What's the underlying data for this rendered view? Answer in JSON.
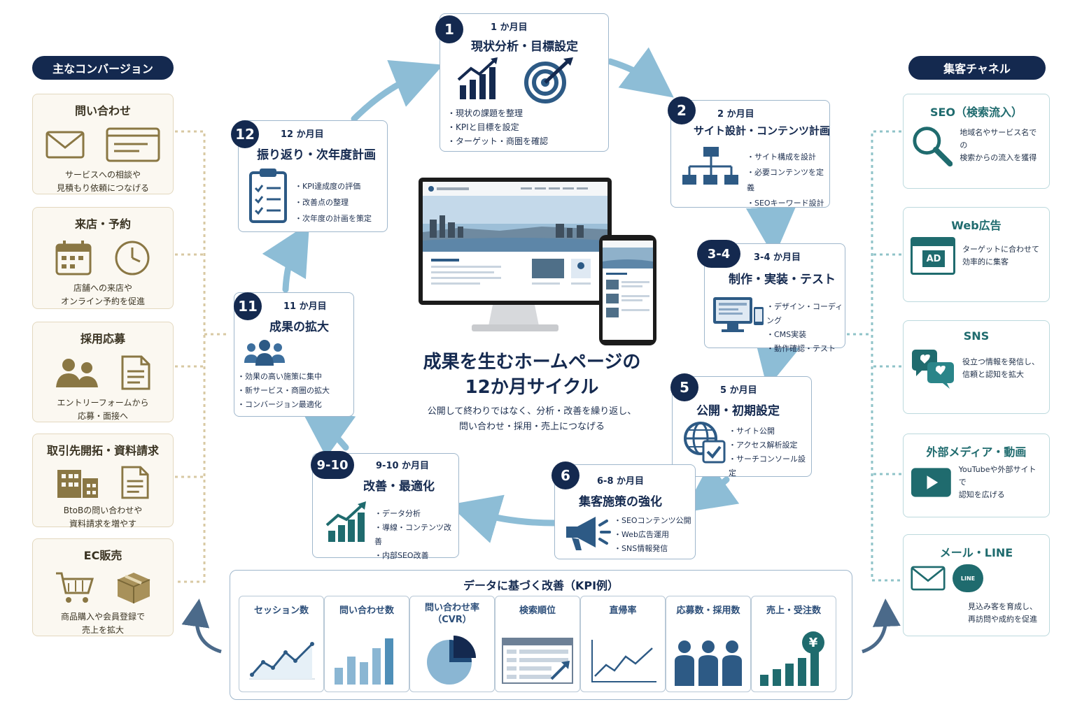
{
  "left_header": "主なコンバージョン",
  "right_header": "集客チャネル",
  "conversions": [
    {
      "title": "問い合わせ",
      "desc": "サービスへの相談や\n見積もり依頼につなげる"
    },
    {
      "title": "来店・予約",
      "desc": "店舗への来店や\nオンライン予約を促進"
    },
    {
      "title": "採用応募",
      "desc": "エントリーフォームから\n応募・面接へ"
    },
    {
      "title": "取引先開拓・資料請求",
      "desc": "BtoBの問い合わせや\n資料請求を増やす"
    },
    {
      "title": "EC販売",
      "desc": "商品購入や会員登録で\n売上を拡大"
    }
  ],
  "channels": [
    {
      "title": "SEO（検索流入）",
      "desc": "地域名やサービス名での\n検索からの流入を獲得"
    },
    {
      "title": "Web広告",
      "desc": "ターゲットに合わせて\n効率的に集客",
      "badge": "AD"
    },
    {
      "title": "SNS",
      "desc": "役立つ情報を発信し、\n信頼と認知を拡大"
    },
    {
      "title": "外部メディア・動画",
      "desc": "YouTubeや外部サイトで\n認知を広げる"
    },
    {
      "title": "メール・LINE",
      "desc": "見込み客を育成し、\n再訪問や成約を促進",
      "badge": "LINE"
    }
  ],
  "steps": {
    "s1": {
      "num": "1",
      "month": "1 か月目",
      "title": "現状分析・目標設定",
      "items": [
        "現状の課題を整理",
        "KPIと目標を設定",
        "ターゲット・商圏を確認"
      ]
    },
    "s2": {
      "num": "2",
      "month": "2 か月目",
      "title": "サイト設計・コンテンツ計画",
      "items": [
        "サイト構成を設計",
        "必要コンテンツを定義",
        "SEOキーワード設計"
      ]
    },
    "s3": {
      "num": "3-4",
      "month": "3-4 か月目",
      "title": "制作・実装・テスト",
      "items": [
        "デザイン・コーディング",
        "CMS実装",
        "動作確認・テスト"
      ]
    },
    "s5": {
      "num": "5",
      "month": "5 か月目",
      "title": "公開・初期設定",
      "items": [
        "サイト公開",
        "アクセス解析設定",
        "サーチコンソール設定"
      ]
    },
    "s6": {
      "num": "6",
      "month": "6-8 か月目",
      "title": "集客施策の強化",
      "items": [
        "SEOコンテンツ公開",
        "Web広告運用",
        "SNS情報発信"
      ]
    },
    "s9": {
      "num": "9-10",
      "month": "9-10 か月目",
      "title": "改善・最適化",
      "items": [
        "データ分析",
        "導線・コンテンツ改善",
        "内部SEO改善"
      ]
    },
    "s11": {
      "num": "11",
      "month": "11 か月目",
      "title": "成果の拡大",
      "items": [
        "効果の高い施策に集中",
        "新サービス・商圏の拡大",
        "コンバージョン最適化"
      ]
    },
    "s12": {
      "num": "12",
      "month": "12 か月目",
      "title": "振り返り・次年度計画",
      "items": [
        "KPI達成度の評価",
        "改善点の整理",
        "次年度の計画を策定"
      ]
    }
  },
  "center": {
    "title_line1": "成果を生むホームページの",
    "title_line2": "12か月サイクル",
    "sub_line1": "公開して終わりではなく、分析・改善を繰り返し、",
    "sub_line2": "問い合わせ・採用・売上につなげる"
  },
  "kpi": {
    "title": "データに基づく改善（KPI例）",
    "items": [
      {
        "label": "セッション数"
      },
      {
        "label": "問い合わせ数"
      },
      {
        "label": "問い合わせ率\n（CVR）"
      },
      {
        "label": "検索順位"
      },
      {
        "label": "直帰率"
      },
      {
        "label": "応募数・採用数"
      },
      {
        "label": "売上・受注数",
        "symbol": "¥"
      }
    ]
  },
  "colors": {
    "navy": "#14294f",
    "teal": "#1f6b6e",
    "gold": "#8a7744",
    "arrow": "#8dbdd6"
  }
}
